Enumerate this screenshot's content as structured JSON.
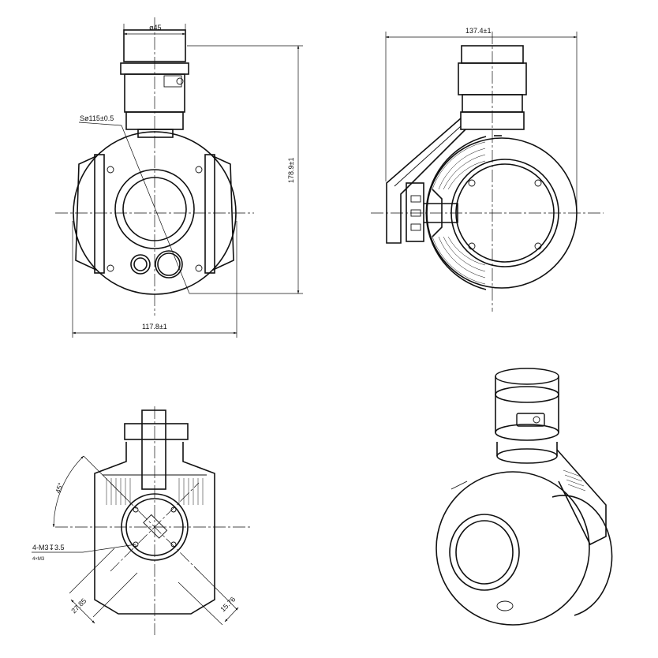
{
  "dimensions": {
    "front_top_diameter": "ø45",
    "ball_diameter": "Sø115±0.5",
    "total_height": "178.9±1",
    "front_width": "117.8±1",
    "side_width": "137.4±1",
    "angle": "45°",
    "holes": "4-M3↧3.5",
    "holes_note": "4×M3",
    "offset_left": "27.85",
    "offset_right": "15.76"
  },
  "views": [
    "front-view",
    "side-view",
    "bottom-view",
    "isometric-view"
  ]
}
